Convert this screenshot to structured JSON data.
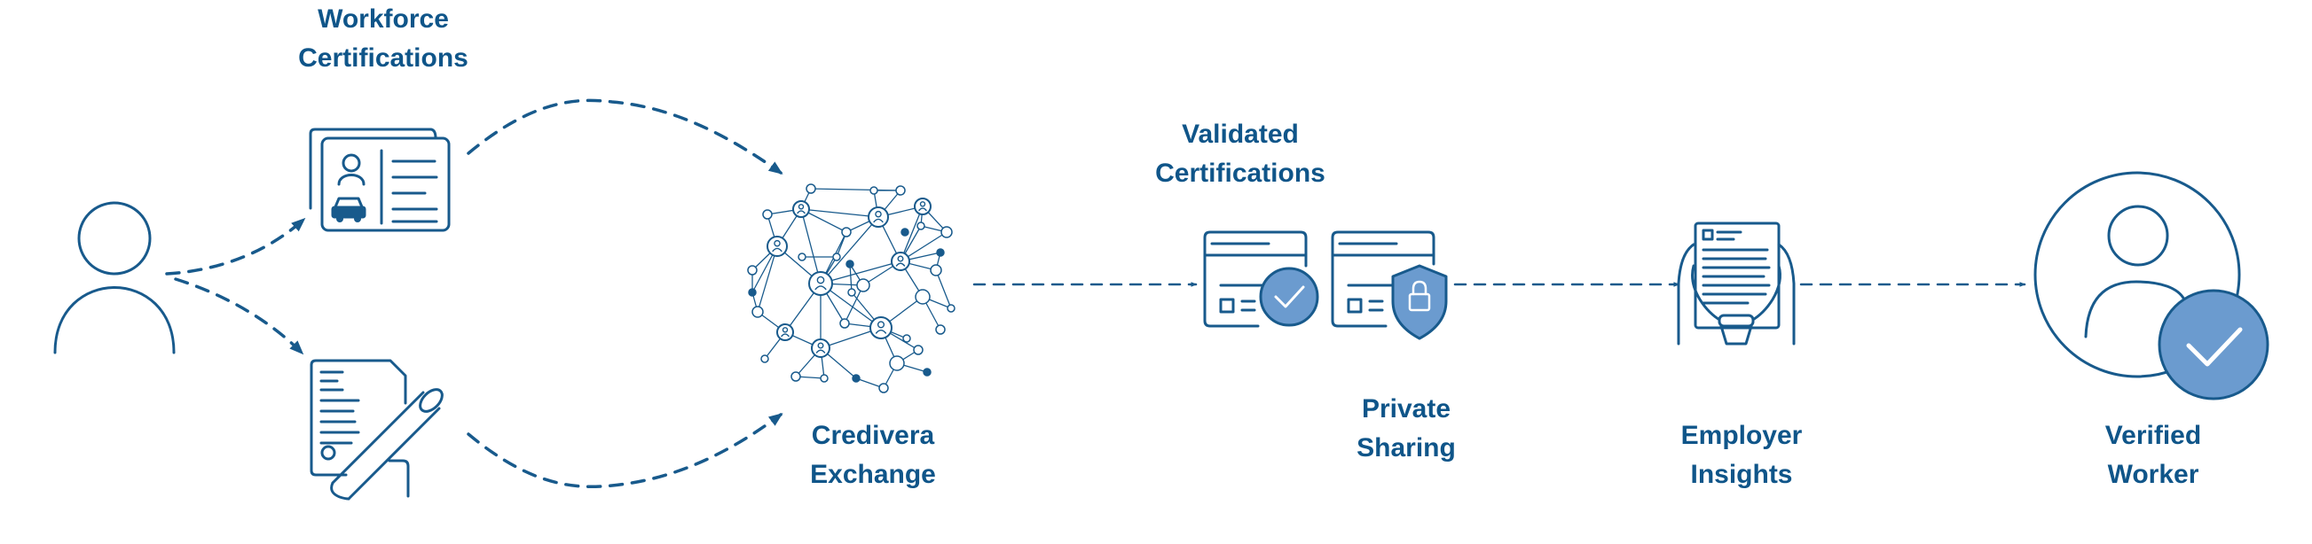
{
  "colors": {
    "stroke": "#185a8c",
    "label": "#0f5589",
    "accent_fill": "#6b9bcf",
    "background": "#ffffff"
  },
  "icons": [
    "person-icon",
    "id-card-icon",
    "diploma-icon",
    "network-icon",
    "validated-certificate-icon",
    "shielded-certificate-icon",
    "document-in-hands-icon",
    "verified-person-icon"
  ],
  "labels": {
    "workforce_certifications": [
      "Workforce",
      "Certifications"
    ],
    "credivera_exchange": [
      "Credivera",
      "Exchange"
    ],
    "validated_certifications": [
      "Validated",
      "Certifications"
    ],
    "private_sharing": [
      "Private",
      "Sharing"
    ],
    "employer_insights": [
      "Employer",
      "Insights"
    ],
    "verified_worker": [
      "Verified",
      "Worker"
    ]
  }
}
